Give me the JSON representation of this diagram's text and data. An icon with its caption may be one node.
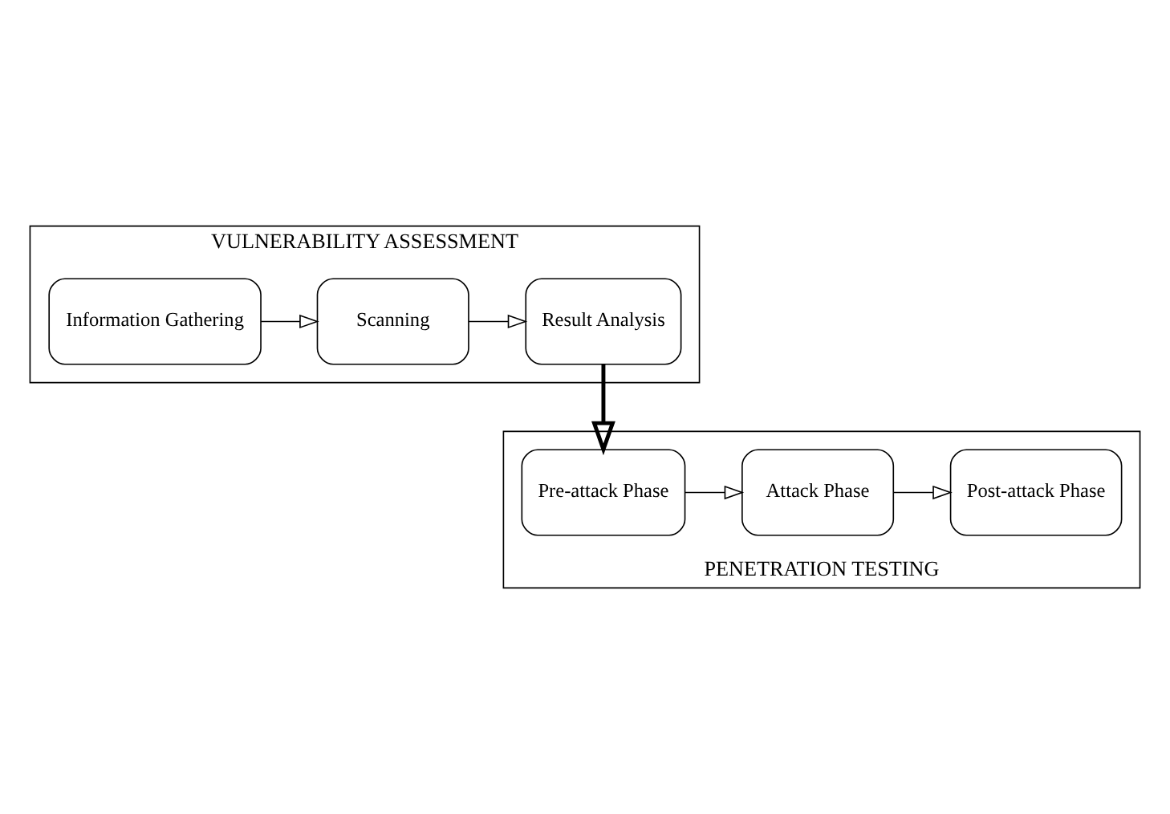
{
  "diagram": {
    "nodes": [
      {
        "text": [
          "VULNERABILITY ASSESSMENT"
        ]
      },
      {
        "text": [
          "Information Gathering"
        ],
        "in": 0
      },
      {
        "text": [
          "Scanning"
        ],
        "in": 0
      },
      {
        "text": [
          "Result Analysis"
        ],
        "in": 0
      },
      {
        "text": [
          "PENETRATION TESTING"
        ]
      },
      {
        "text": [
          "Pre-attack Phase"
        ],
        "in": 4
      },
      {
        "text": [
          "Attack Phase"
        ],
        "in": 4
      },
      {
        "text": [
          "Post-attack Phase"
        ],
        "in": 4
      }
    ],
    "edges": [
      {
        "from": 1,
        "to": 2,
        "arrow": "to"
      },
      {
        "from": 2,
        "to": 3,
        "arrow": "to"
      },
      {
        "from": 3,
        "to": 5,
        "arrow": "to",
        "style": "thick"
      },
      {
        "from": 5,
        "to": 6,
        "arrow": "to"
      },
      {
        "from": 6,
        "to": 7,
        "arrow": "to"
      }
    ]
  }
}
